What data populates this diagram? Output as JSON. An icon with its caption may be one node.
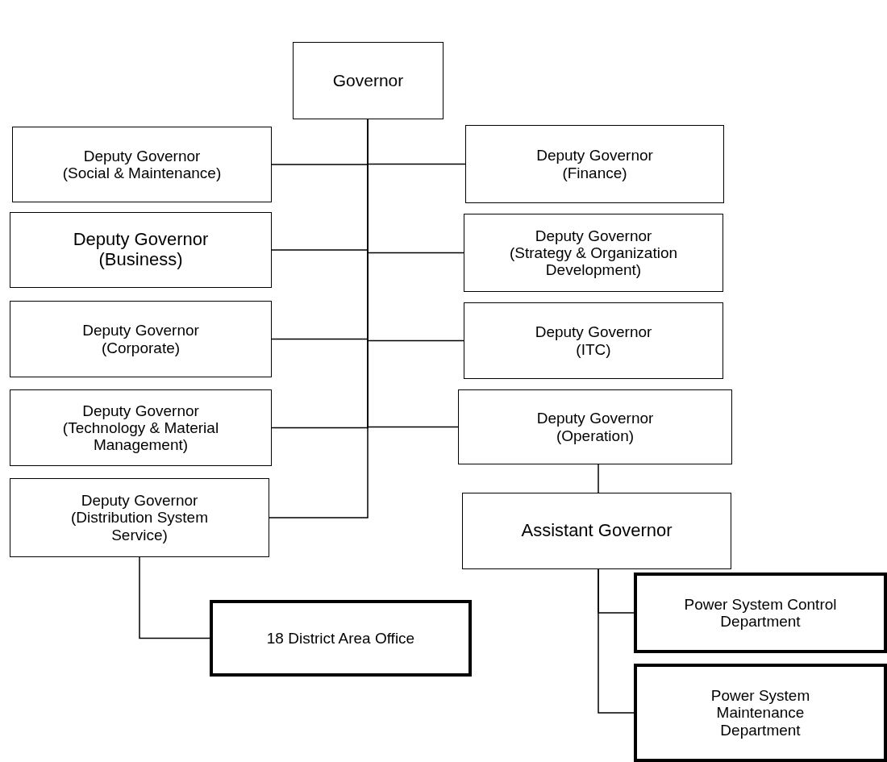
{
  "diagram": {
    "nodes": [
      {
        "text": [
          "Governor"
        ]
      },
      {
        "text": [
          "Deputy Governor",
          "(Social & Maintenance)"
        ]
      },
      {
        "text": [
          "Deputy Governor",
          "(Finance)"
        ]
      },
      {
        "text": [
          "Deputy Governor",
          "(Business)"
        ]
      },
      {
        "text": [
          "Deputy Governor",
          "(Strategy & Organization Development)"
        ]
      },
      {
        "text": [
          "Deputy Governor",
          "(Corporate)"
        ]
      },
      {
        "text": [
          "Deputy Governor",
          "(ITC)"
        ]
      },
      {
        "text": [
          "Deputy Governor",
          "(Technology & Material Management)"
        ]
      },
      {
        "text": [
          "Deputy Governor",
          "(Operation)"
        ]
      },
      {
        "text": [
          "Deputy Governor",
          "(Distribution System Service)"
        ]
      },
      {
        "text": [
          "Assistant Governor"
        ]
      },
      {
        "text": [
          "18 District Area Office"
        ]
      },
      {
        "text": [
          "Power System Control Department"
        ]
      },
      {
        "text": [
          "Power System Maintenance Department"
        ]
      }
    ],
    "edges": [
      {
        "from": 0,
        "to": 1,
        "arrow": "none"
      },
      {
        "from": 0,
        "to": 2,
        "arrow": "none"
      },
      {
        "from": 0,
        "to": 3,
        "arrow": "none"
      },
      {
        "from": 0,
        "to": 4,
        "arrow": "none"
      },
      {
        "from": 0,
        "to": 5,
        "arrow": "none"
      },
      {
        "from": 0,
        "to": 6,
        "arrow": "none"
      },
      {
        "from": 0,
        "to": 7,
        "arrow": "none"
      },
      {
        "from": 0,
        "to": 8,
        "arrow": "none"
      },
      {
        "from": 0,
        "to": 9,
        "arrow": "none"
      },
      {
        "from": 8,
        "to": 10,
        "arrow": "none"
      },
      {
        "from": 9,
        "to": 11,
        "arrow": "none"
      },
      {
        "from": 10,
        "to": 12,
        "arrow": "none"
      },
      {
        "from": 10,
        "to": 13,
        "arrow": "none"
      }
    ]
  }
}
